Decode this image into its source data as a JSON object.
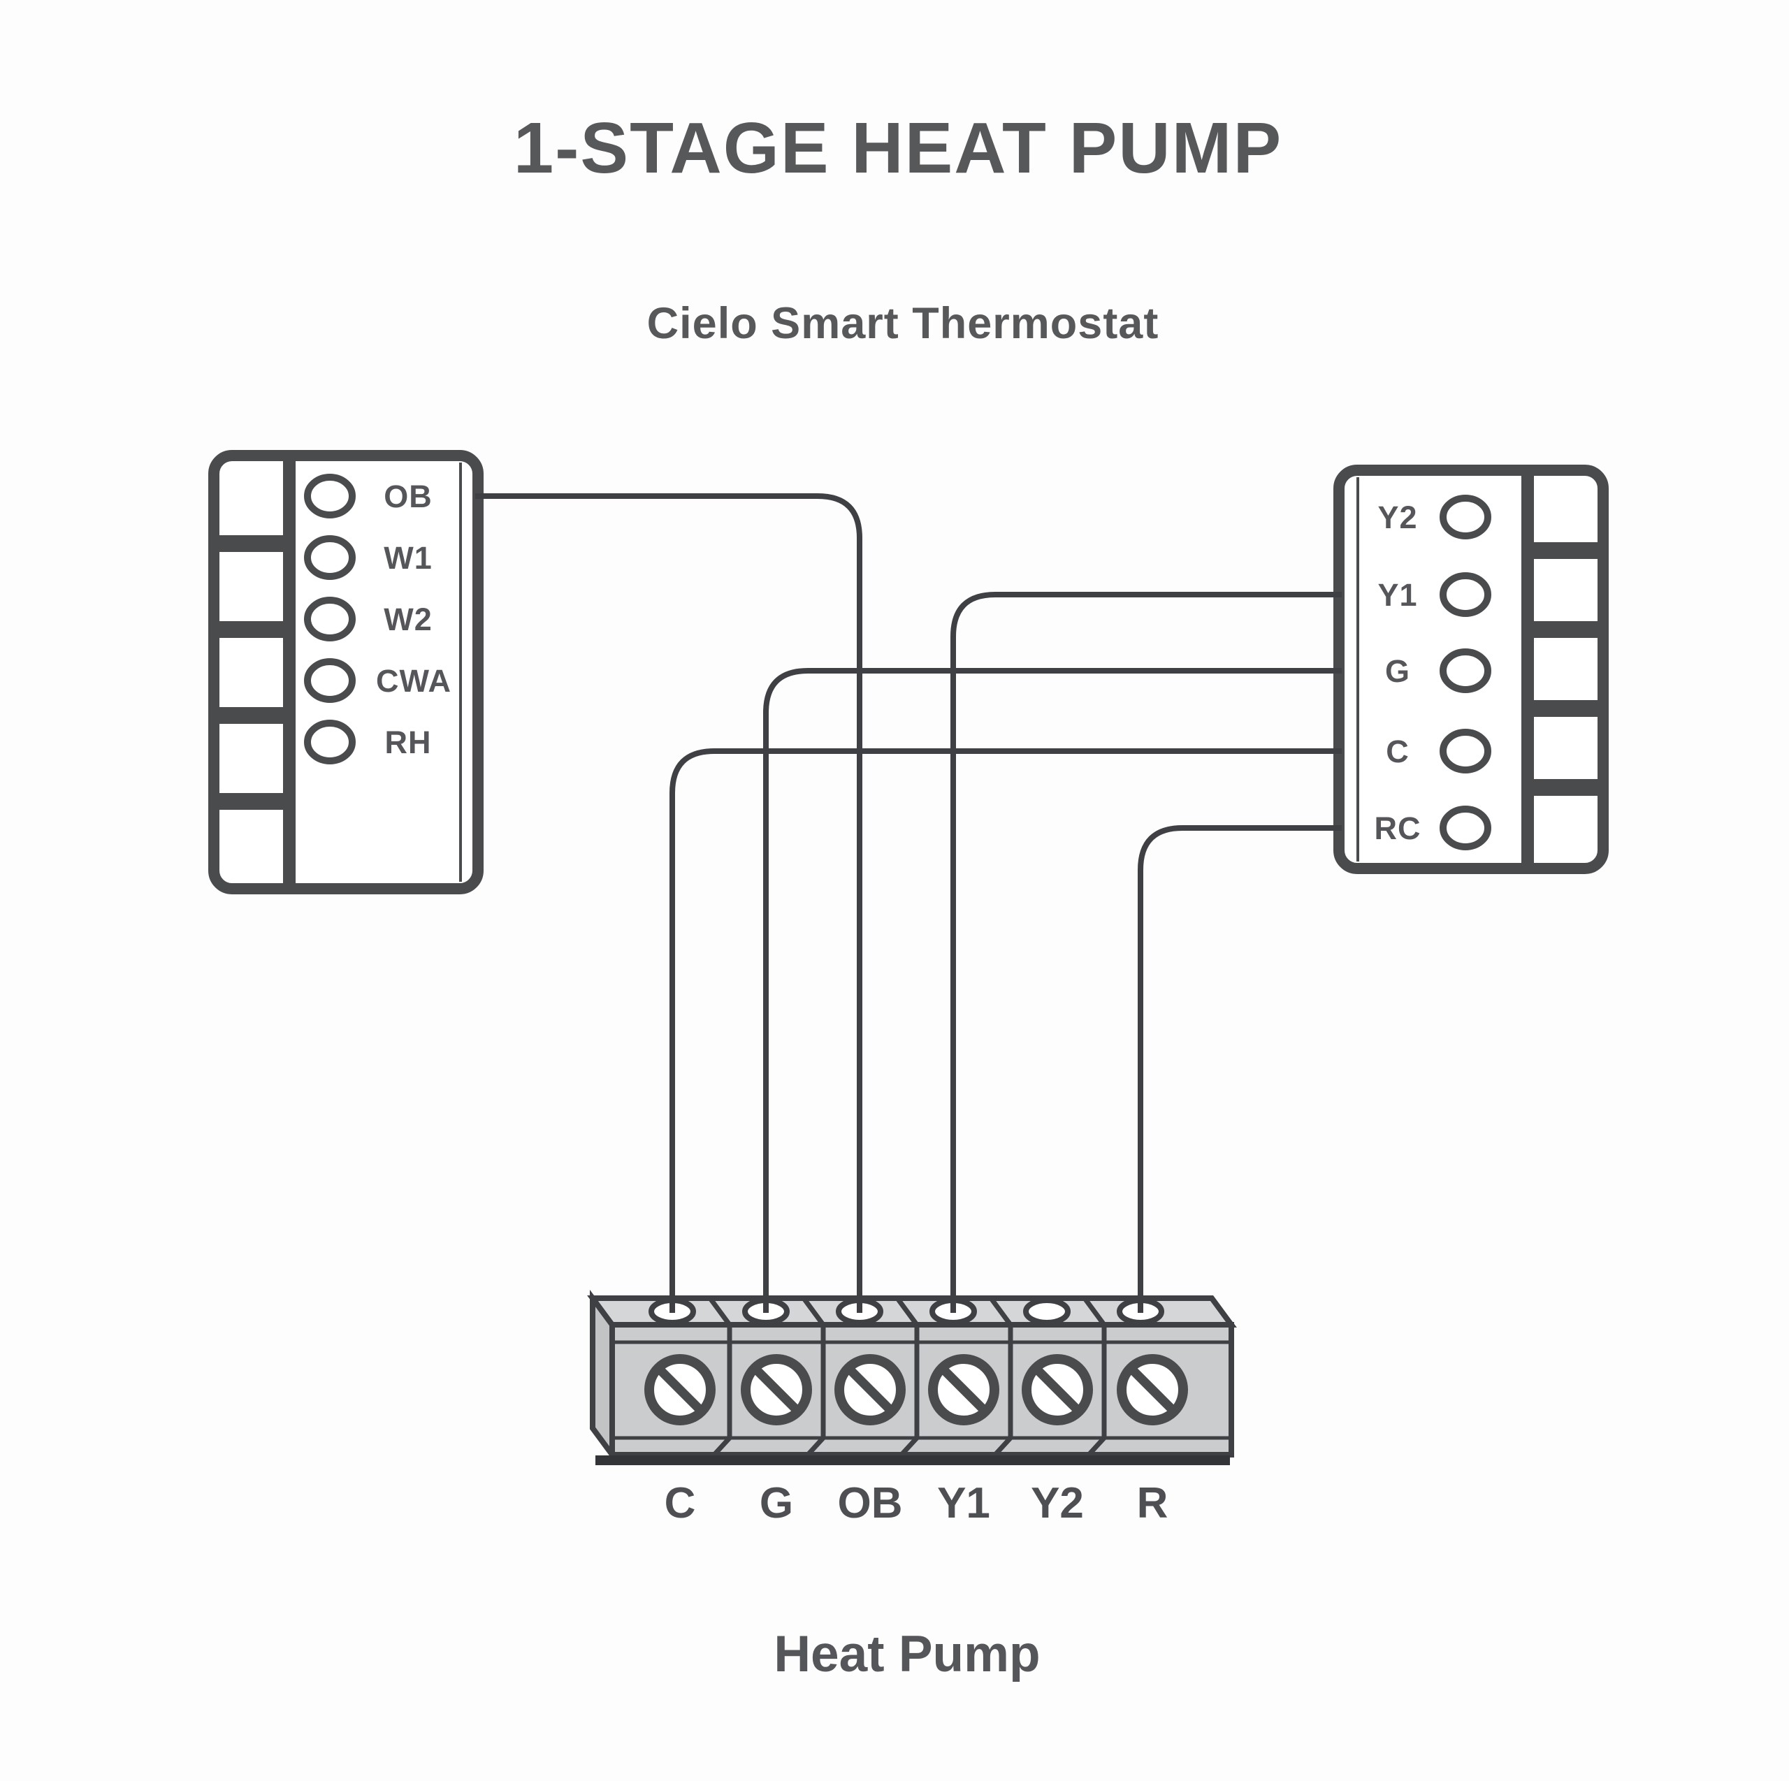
{
  "title": "1-STAGE HEAT PUMP",
  "subtitle": "Cielo Smart Thermostat",
  "thermostat": {
    "left_terminals": [
      "OB",
      "W1",
      "W2",
      "CWA",
      "RH"
    ],
    "right_terminals": [
      "Y2",
      "Y1",
      "G",
      "C",
      "RC"
    ]
  },
  "heat_pump": {
    "label": "Heat Pump",
    "terminals": [
      "C",
      "G",
      "OB",
      "Y1",
      "Y2",
      "R"
    ]
  },
  "connections": [
    {
      "from": "thermostat OB",
      "to": "heat pump OB"
    },
    {
      "from": "thermostat Y1",
      "to": "heat pump Y1"
    },
    {
      "from": "thermostat G",
      "to": "heat pump G"
    },
    {
      "from": "thermostat C",
      "to": "heat pump C"
    },
    {
      "from": "thermostat RC",
      "to": "heat pump R"
    }
  ],
  "unconnected_heat_pump_terminals": [
    "Y2"
  ],
  "colors": {
    "text": "#57585a",
    "line": "#3f4043",
    "block_stroke": "#4a4b4d",
    "strip_top": "#d5d6d7",
    "strip_front": "#cbcccd",
    "strip_side": "#c2c3c5",
    "background": "#fdfdfe"
  }
}
